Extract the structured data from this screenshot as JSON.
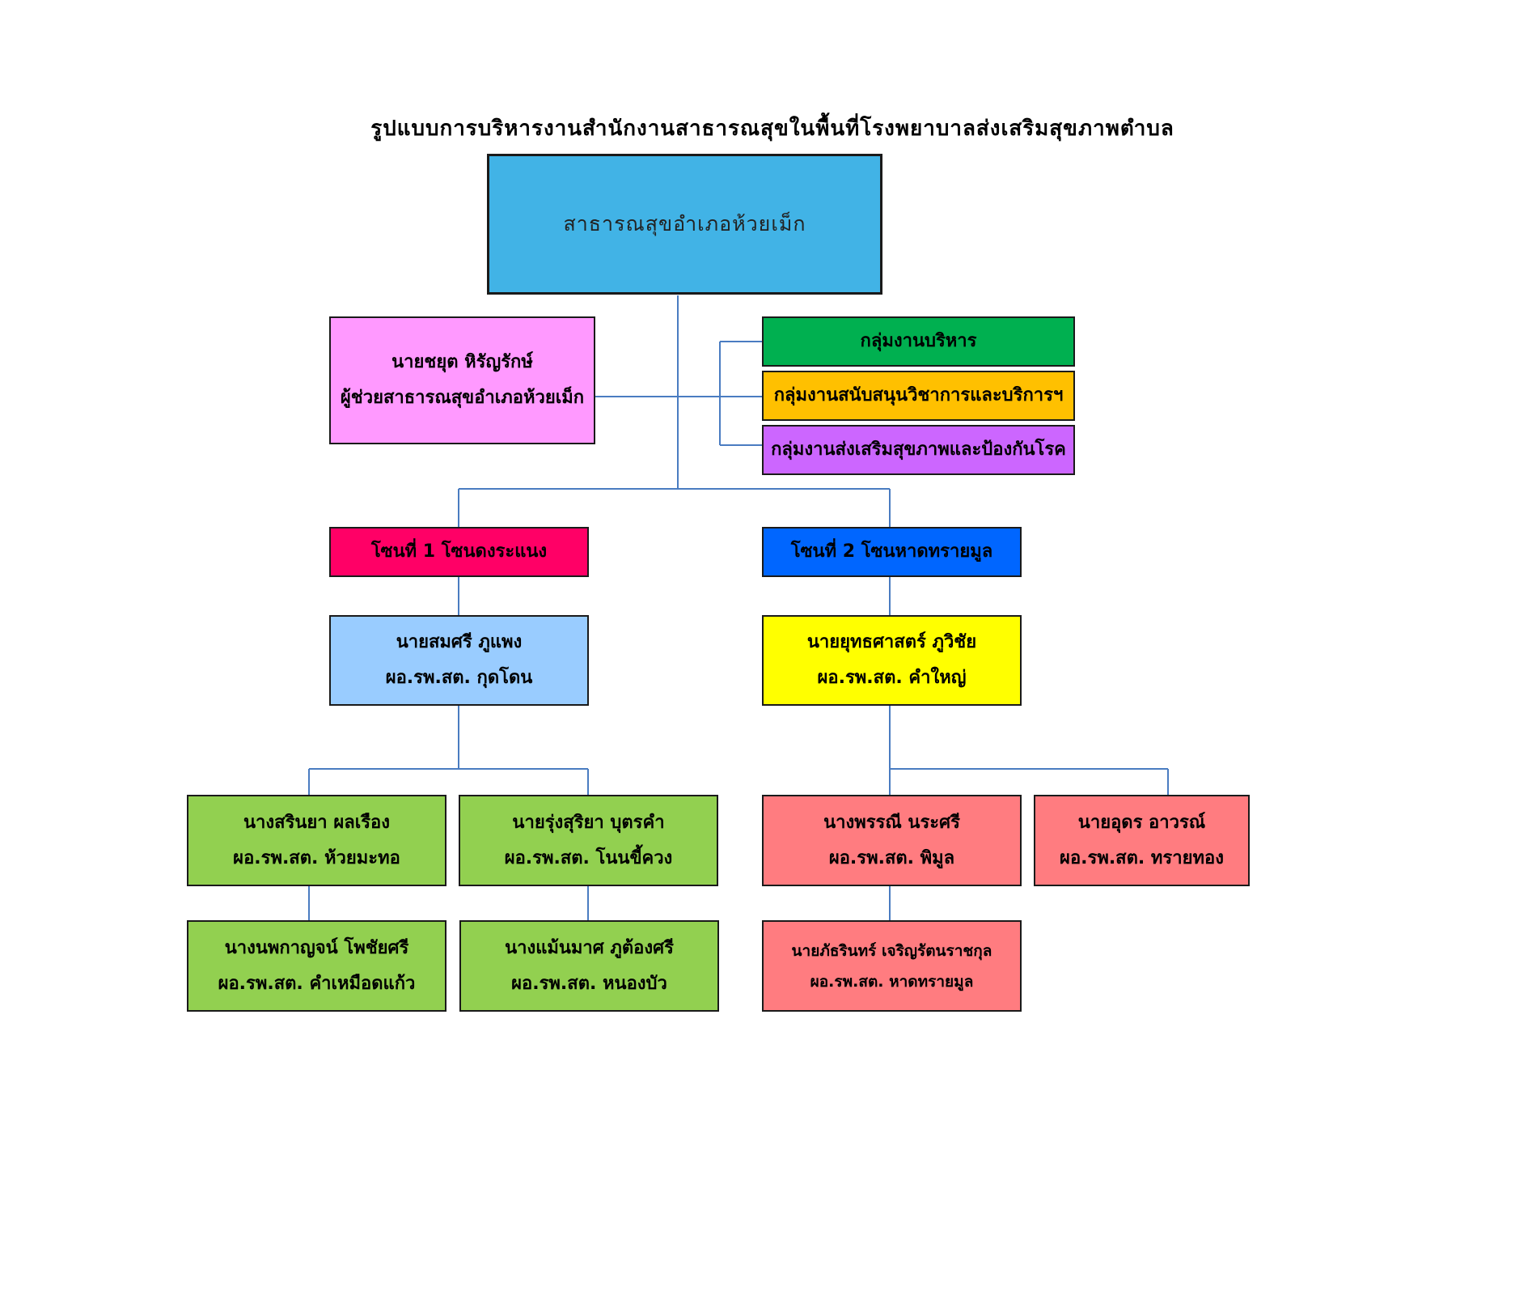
{
  "title": "รูปแบบการบริหารงานสำนักงานสาธารณสุขในพื้นที่โรงพยาบาลส่งเสริมสุขภาพตำบล",
  "colors": {
    "connector": "#4a7cc1",
    "root": "#41b3e6",
    "assistant": "#ff99ff",
    "admin_group": "#00b050",
    "support_group": "#ffc000",
    "promotion_group": "#cc66ff",
    "zone1": "#ff0066",
    "zone2": "#0066ff",
    "zone1_head": "#99ccff",
    "zone2_head": "#ffff00",
    "zone1_station": "#92d050",
    "zone2_station": "#ff7c80"
  },
  "root": {
    "label": "สาธารณสุขอำเภอห้วยเม็ก"
  },
  "assistant": {
    "name": "นายชยุต หิรัญรักษ์",
    "position": "ผู้ช่วยสาธารณสุขอำเภอห้วยเม็ก"
  },
  "groups": [
    {
      "label": "กลุ่มงานบริหาร"
    },
    {
      "label": "กลุ่มงานสนับสนุนวิชาการและบริการฯ"
    },
    {
      "label": "กลุ่มงานส่งเสริมสุขภาพและป้องกันโรค"
    }
  ],
  "zones": [
    {
      "label": "โซนที่ 1 โซนดงระแนง",
      "head": {
        "name": "นายสมศรี ภูแพง",
        "position": "ผอ.รพ.สต. กุดโดน"
      },
      "stations": [
        {
          "name": "นางสรินยา ผลเรือง",
          "position": "ผอ.รพ.สต. ห้วยมะทอ"
        },
        {
          "name": "นายรุ่งสุริยา บุตรคำ",
          "position": "ผอ.รพ.สต. โนนขี้ควง"
        },
        {
          "name": "นางนพกาญจน์ โพชัยศรี",
          "position": "ผอ.รพ.สต. คำเหมือดแก้ว"
        },
        {
          "name": "นางแม้นมาศ ภูต้องศรี",
          "position": "ผอ.รพ.สต. หนองบัว"
        }
      ]
    },
    {
      "label": "โซนที่ 2 โซนหาดทรายมูล",
      "head": {
        "name": "นายยุทธศาสตร์ ภูวิชัย",
        "position": "ผอ.รพ.สต. คำใหญ่"
      },
      "stations": [
        {
          "name": "นางพรรณี นระศรี",
          "position": "ผอ.รพ.สต. พิมูล"
        },
        {
          "name": "นายอุดร อาวรณ์",
          "position": "ผอ.รพ.สต. ทรายทอง"
        },
        {
          "name": "นายภัธรินทร์ เจริญรัตนราชกุล",
          "position": "ผอ.รพ.สต. หาดทรายมูล"
        }
      ]
    }
  ]
}
